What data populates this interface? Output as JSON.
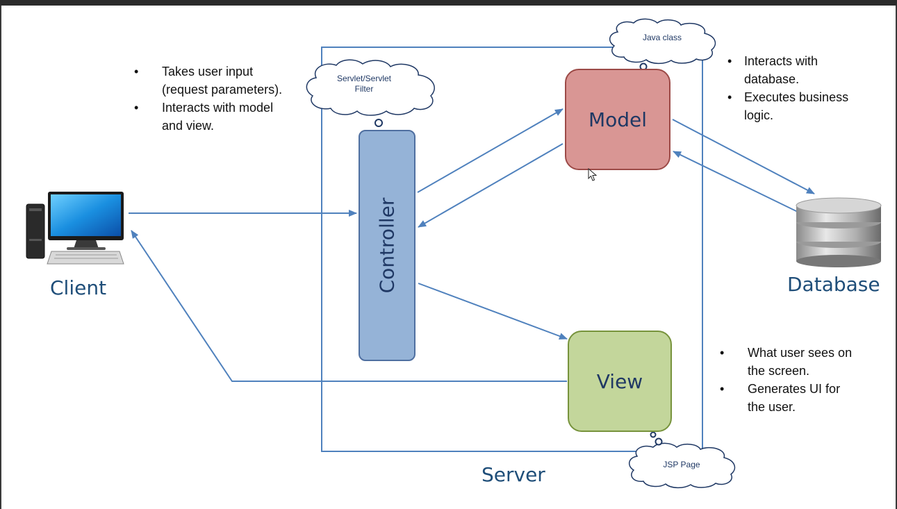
{
  "diagram": {
    "client": {
      "label": "Client",
      "icon": "desktop-computer-icon"
    },
    "server": {
      "label": "Server"
    },
    "database": {
      "label": "Database",
      "icon": "database-cylinder-icon"
    },
    "controller": {
      "label": "Controller",
      "color": "#95b3d7",
      "cloud": "Servlet/Servlet Filter",
      "cloud_line1": "Servlet/Servlet",
      "cloud_line2": "Filter"
    },
    "model": {
      "label": "Model",
      "color": "#d99694",
      "cloud": "Java class"
    },
    "view": {
      "label": "View",
      "color": "#c3d69b",
      "cloud": "JSP Page"
    },
    "arrow_color": "#4f81bd",
    "controller_notes": [
      "Takes user input (request parameters).",
      "Interacts with model and view."
    ],
    "controller_notes_lines": [
      [
        "Takes user input",
        "(request parameters)."
      ],
      [
        "Interacts with model",
        "and view."
      ]
    ],
    "model_notes_lines": [
      [
        "Interacts with",
        "database."
      ],
      [
        "Executes business",
        "logic."
      ]
    ],
    "view_notes_lines": [
      [
        "What user sees on",
        "the screen."
      ],
      [
        "Generates UI for",
        "the user."
      ]
    ]
  }
}
